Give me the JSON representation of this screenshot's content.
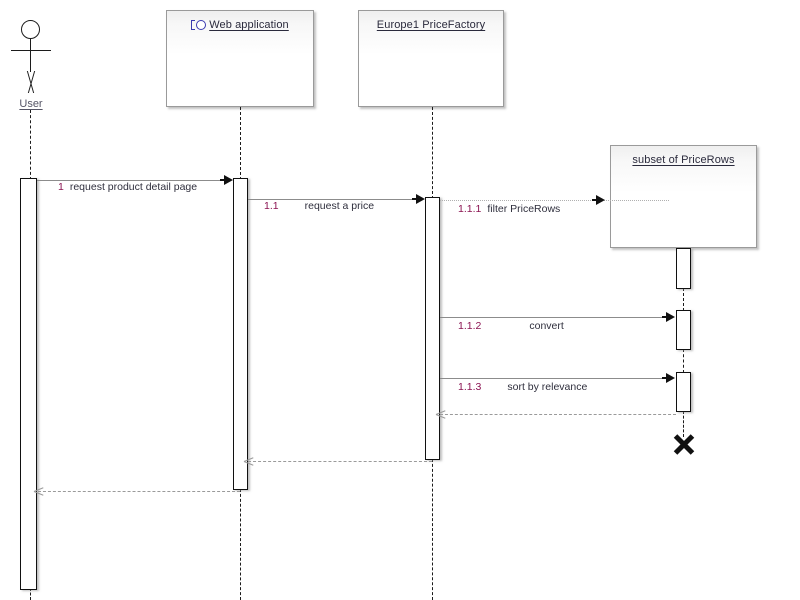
{
  "diagram": {
    "type": "uml-sequence-diagram",
    "background": "#ffffff",
    "colors": {
      "sequence_number": "#8b1452",
      "message_text": "#2f2f3d",
      "interface_icon": "#3a3ab0",
      "lifeline": "#1c1c1c",
      "message_arrow": "#8c8c8c",
      "box_border": "#9a9a9a",
      "actor_label": "#555566"
    }
  },
  "participants": [
    {
      "id": "user",
      "name": "User",
      "kind": "actor",
      "icon": "stick-figure-icon",
      "underlined": true
    },
    {
      "id": "web_application",
      "name": "Web application",
      "kind": "boundary",
      "icon": "lollipop-interface-icon",
      "underlined": true
    },
    {
      "id": "europe1_pricefactory",
      "name": "Europe1 PriceFactory",
      "kind": "object",
      "icon": null,
      "underlined": true
    },
    {
      "id": "subset_of_pricerows",
      "name": "subset of PriceRows",
      "kind": "object",
      "icon": null,
      "underlined": true
    }
  ],
  "messages": [
    {
      "number": "1",
      "label": "request product detail page",
      "from": "user",
      "to": "web_application",
      "style": "solid",
      "arrow": "filled"
    },
    {
      "number": "1.1",
      "label": "request a price",
      "from": "web_application",
      "to": "europe1_pricefactory",
      "style": "solid",
      "arrow": "filled"
    },
    {
      "number": "1.1.1",
      "label": "filter PriceRows",
      "from": "europe1_pricefactory",
      "to": "subset_of_pricerows",
      "style": "dotted",
      "arrow": "filled"
    },
    {
      "number": "1.1.2",
      "label": "convert",
      "from": "europe1_pricefactory",
      "to": "subset_of_pricerows",
      "style": "solid",
      "arrow": "filled"
    },
    {
      "number": "1.1.3",
      "label": "sort by relevance",
      "from": "europe1_pricefactory",
      "to": "subset_of_pricerows",
      "style": "solid",
      "arrow": "filled"
    }
  ],
  "returns": [
    {
      "from": "subset_of_pricerows",
      "to": "europe1_pricefactory",
      "style": "dashed",
      "arrow": "open"
    },
    {
      "from": "europe1_pricefactory",
      "to": "web_application",
      "style": "dashed",
      "arrow": "open"
    },
    {
      "from": "web_application",
      "to": "user",
      "style": "dashed",
      "arrow": "open"
    }
  ],
  "destruction": [
    {
      "participant": "subset_of_pricerows",
      "marker": "x-destruction-icon"
    }
  ]
}
